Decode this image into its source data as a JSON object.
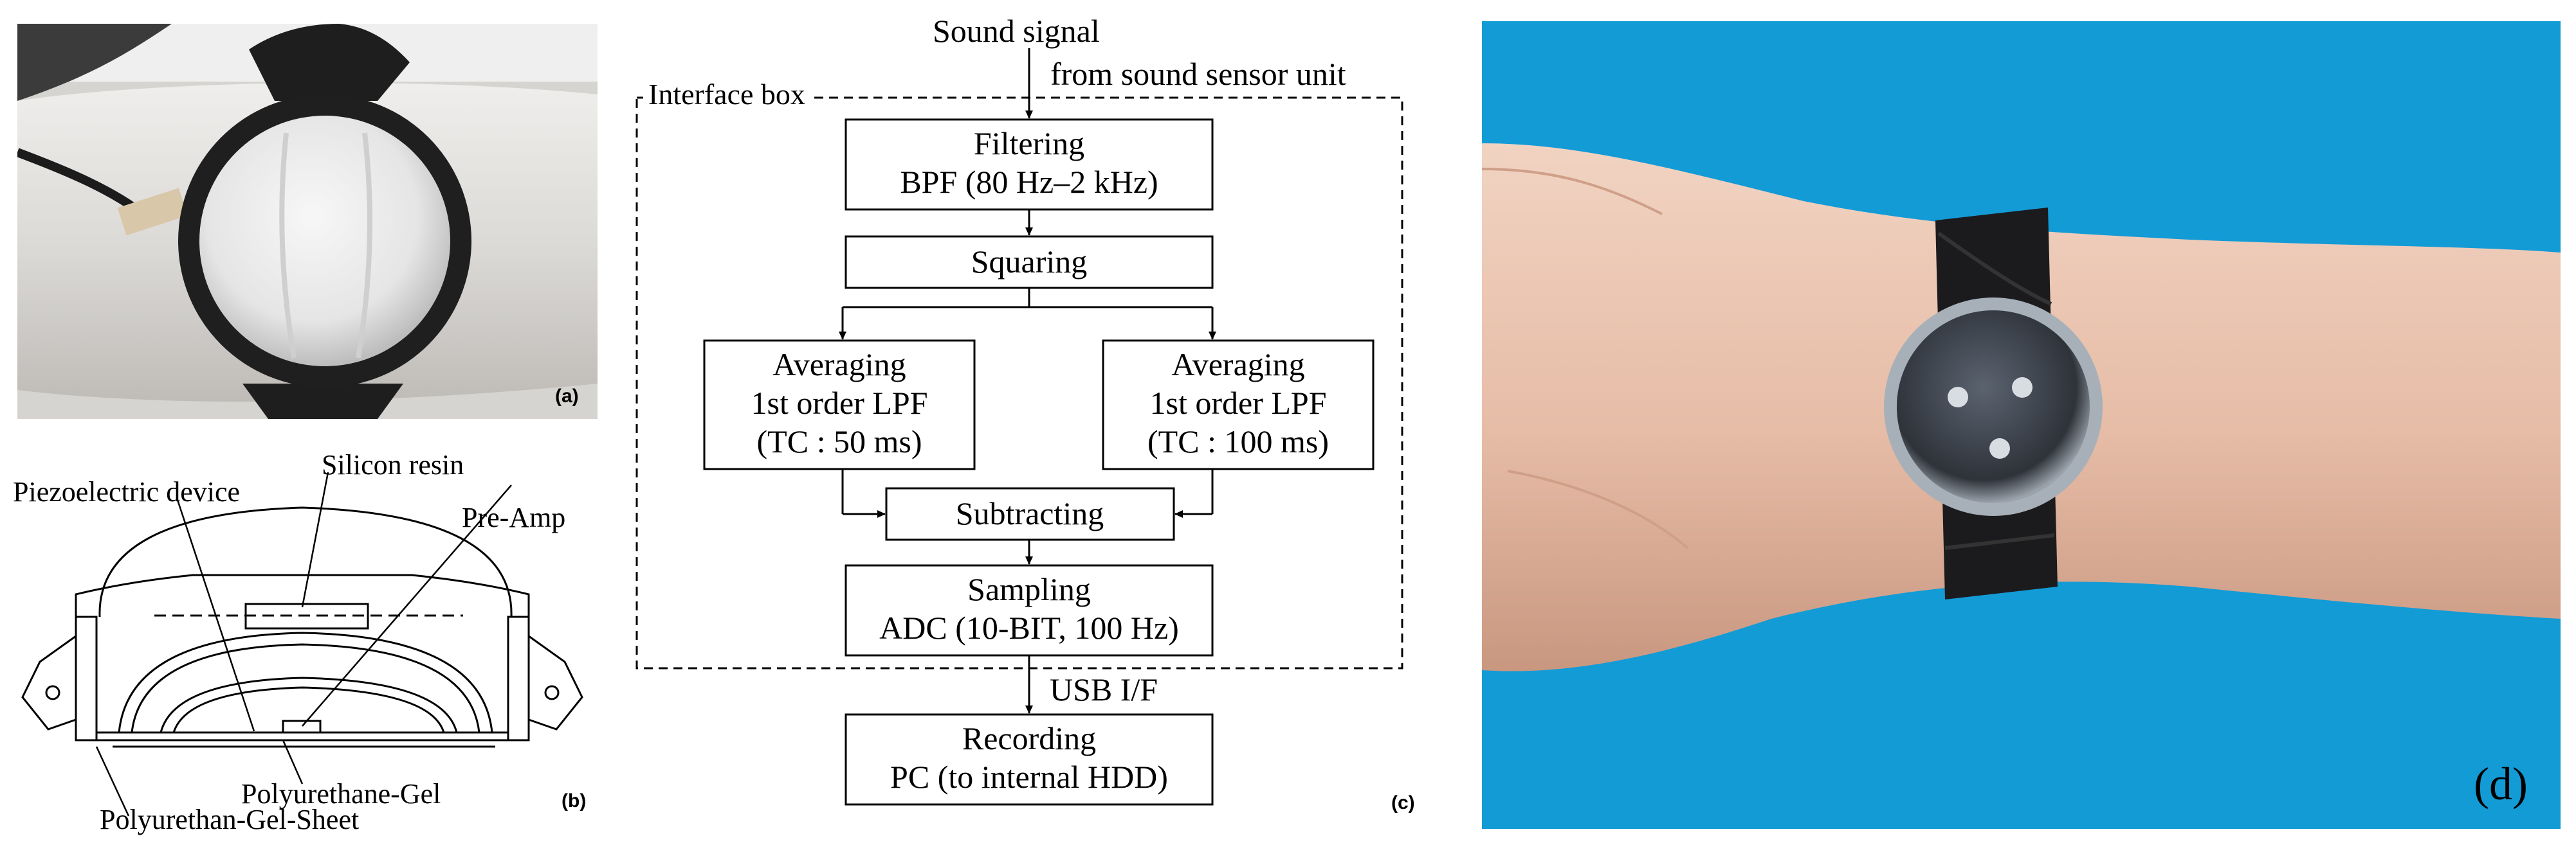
{
  "panels": {
    "a": {
      "label": "(a)"
    },
    "b": {
      "label": "(b)",
      "callouts": {
        "silicon_resin": "Silicon resin",
        "piezo": "Piezoelectric device",
        "preamp": "Pre-Amp",
        "gel": "Polyurethane-Gel",
        "gel_sheet": "Polyurethan-Gel-Sheet"
      }
    },
    "c": {
      "label": "(c)",
      "input_line1": "Sound signal",
      "input_line2": "from sound sensor unit",
      "interface_box": "Interface box",
      "filtering": {
        "line1": "Filtering",
        "line2": "BPF (80 Hz–2 kHz)"
      },
      "squaring": "Squaring",
      "avg_left": {
        "line1": "Averaging",
        "line2": "1st order LPF",
        "line3": "(TC : 50 ms)"
      },
      "avg_right": {
        "line1": "Averaging",
        "line2": "1st order LPF",
        "line3": "(TC : 100 ms)"
      },
      "subtracting": "Subtracting",
      "sampling": {
        "line1": "Sampling",
        "line2": "ADC (10-BIT, 100 Hz)"
      },
      "usb": "USB I/F",
      "recording": {
        "line1": "Recording",
        "line2": "PC (to internal HDD)"
      }
    },
    "d": {
      "label": "(d)"
    }
  },
  "colors": {
    "background_blue": "#139bd6",
    "skin": "#e8c2ae",
    "strap": "#1b1b1d"
  }
}
